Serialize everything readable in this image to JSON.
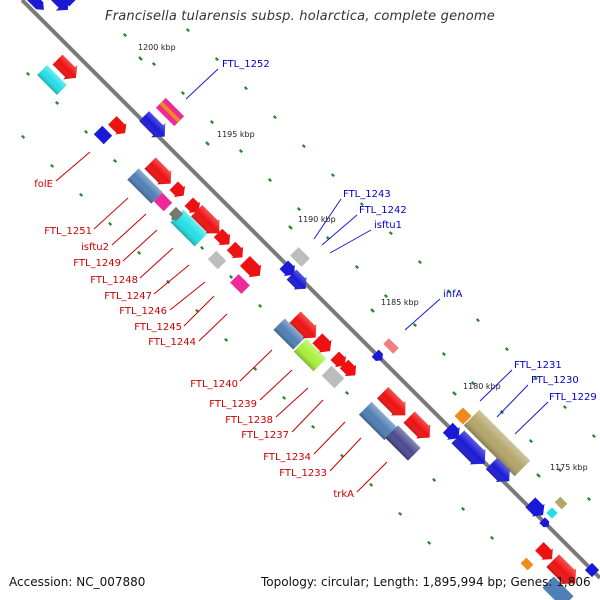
{
  "title": "Francisella tularensis subsp. holarctica, complete genome",
  "footer": {
    "accession": "Accession: NC_007880",
    "summary": "Topology: circular; Length: 1,895,994 bp; Genes: 1,806"
  },
  "scale_labels": [
    "1200 kbp",
    "1195 kbp",
    "1190 kbp",
    "1185 kbp",
    "1180 kbp",
    "1175 kbp"
  ],
  "forward_labels": [
    "FTL_1252",
    "FTL_1243",
    "FTL_1242",
    "isftu1",
    "infA",
    "FTL_1231",
    "FTL_1230",
    "FTL_1229"
  ],
  "reverse_labels": [
    "folE",
    "FTL_1251",
    "isftu2",
    "FTL_1249",
    "FTL_1248",
    "FTL_1247",
    "FTL_1246",
    "FTL_1245",
    "FTL_1244",
    "FTL_1240",
    "FTL_1239",
    "FTL_1238",
    "FTL_1237",
    "FTL_1234",
    "FTL_1233",
    "trkA"
  ],
  "colors": {
    "backbone": "#7a7a7a",
    "label_forward": "#0000cc",
    "label_reverse": "#cc0000",
    "tick": "#2e8b2e",
    "blue": "#1a1ad6",
    "red": "#ee1111",
    "cyan": "#22e0e6",
    "steel": "#4f7fb5",
    "magenta": "#ee2a9a",
    "gray": "#bdbdbd",
    "lime": "#a8f03c",
    "khaki": "#b4a56a",
    "navy": "#4a4a90",
    "orange": "#f08a1a",
    "salmon": "#f08080"
  }
}
